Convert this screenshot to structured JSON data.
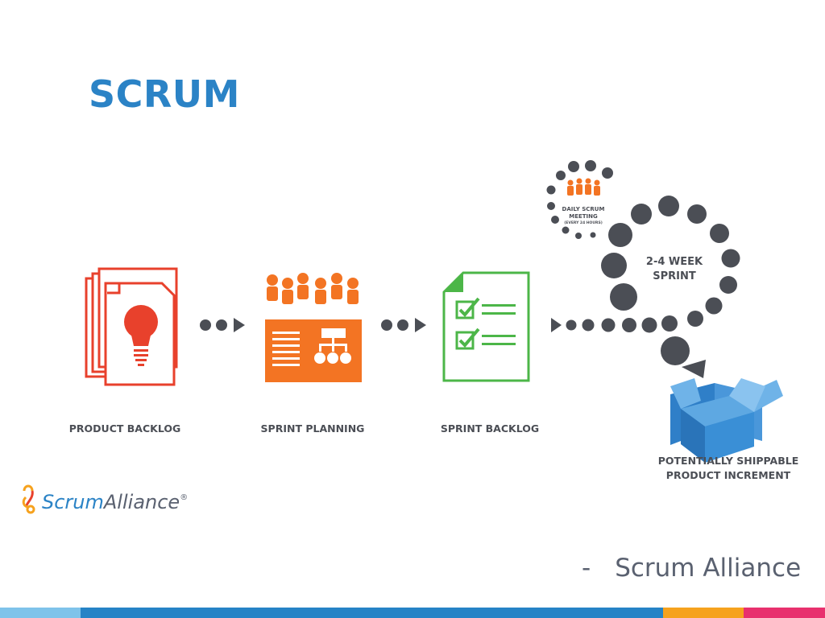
{
  "slide": {
    "title": "SCRUM",
    "attribution_dash": "-",
    "attribution": "Scrum Alliance"
  },
  "diagram": {
    "stages": [
      {
        "label": "PRODUCT BACKLOG",
        "icon": "stacked-pages-lightbulb"
      },
      {
        "label": "SPRINT PLANNING",
        "icon": "team-board"
      },
      {
        "label": "SPRINT BACKLOG",
        "icon": "checklist-document"
      }
    ],
    "daily_scrum": {
      "line1": "DAILY SCRUM",
      "line2": "MEETING",
      "line3": "(EVERY 24 HOURS)"
    },
    "sprint": {
      "line1": "2-4 WEEK",
      "line2": "SPRINT"
    },
    "increment": {
      "line1": "POTENTIALLY SHIPPABLE",
      "line2": "PRODUCT INCREMENT",
      "icon": "open-box"
    }
  },
  "logo": {
    "scrum": "Scrum",
    "alliance": "Alliance",
    "mark": "®"
  },
  "colors": {
    "title": "#2B83C6",
    "backlog_red": "#E8412C",
    "planning_orange": "#F37423",
    "sprint_green": "#4CB648",
    "dot_gray": "#4B4E55",
    "box_blue": "#3A8FD6",
    "footer": [
      "#7FC3EA",
      "#2683C6",
      "#F6A21E",
      "#E8306E"
    ]
  }
}
